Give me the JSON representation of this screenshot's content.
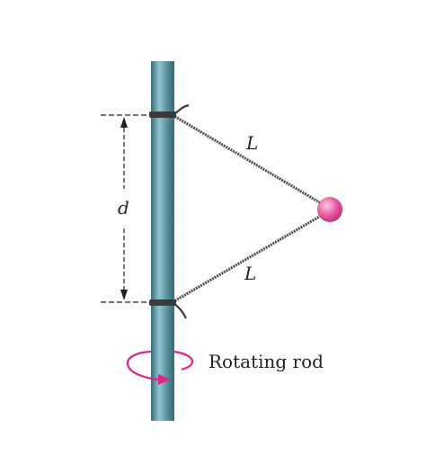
{
  "labels": {
    "string_upper": "L",
    "string_lower": "L",
    "separation": "d",
    "rod_caption": "Rotating rod"
  },
  "colors": {
    "rod": "#4d8a96",
    "rod_highlight": "#8cc3cc",
    "rod_shadow": "#2e6570",
    "string": "#4a4a4a",
    "ball": "#e85aa0",
    "ball_highlight": "#fbd0e6",
    "rotation_arrow": "#e0238c",
    "dimension_lines": "#231f20",
    "text": "#231f20"
  },
  "icons": {
    "rotation_indicator": "curved-rotation-arrow-icon"
  }
}
